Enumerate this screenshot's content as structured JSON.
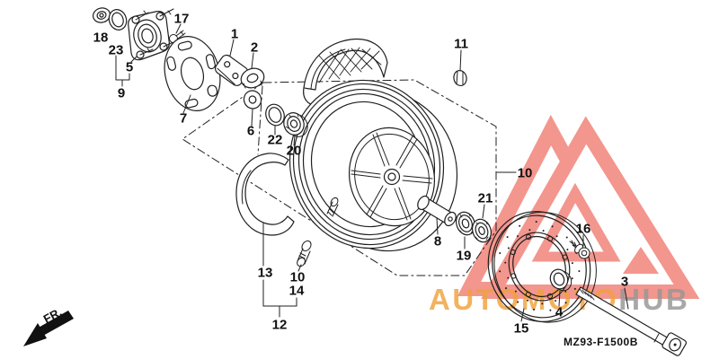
{
  "watermark": {
    "brand_first": "AUTOMOTO",
    "brand_second": "HUB",
    "brand_first_color": "#f0a23c",
    "brand_second_color": "#969696",
    "logo_color": "#f3968e",
    "logo_icon": "triangle-mountain-logo"
  },
  "diagram": {
    "code": "MZ93-F1500B",
    "direction_label": "FR."
  },
  "callouts": [
    {
      "id": "18"
    },
    {
      "id": "23"
    },
    {
      "id": "5"
    },
    {
      "id": "9"
    },
    {
      "id": "17"
    },
    {
      "id": "7"
    },
    {
      "id": "1"
    },
    {
      "id": "2"
    },
    {
      "id": "6"
    },
    {
      "id": "22"
    },
    {
      "id": "20"
    },
    {
      "id": "11"
    },
    {
      "id": "10"
    },
    {
      "id": "21"
    },
    {
      "id": "8"
    },
    {
      "id": "19"
    },
    {
      "id": "16"
    },
    {
      "id": "4"
    },
    {
      "id": "3"
    },
    {
      "id": "15"
    },
    {
      "id": "13"
    },
    {
      "id": "10"
    },
    {
      "id": "14"
    },
    {
      "id": "12"
    }
  ]
}
